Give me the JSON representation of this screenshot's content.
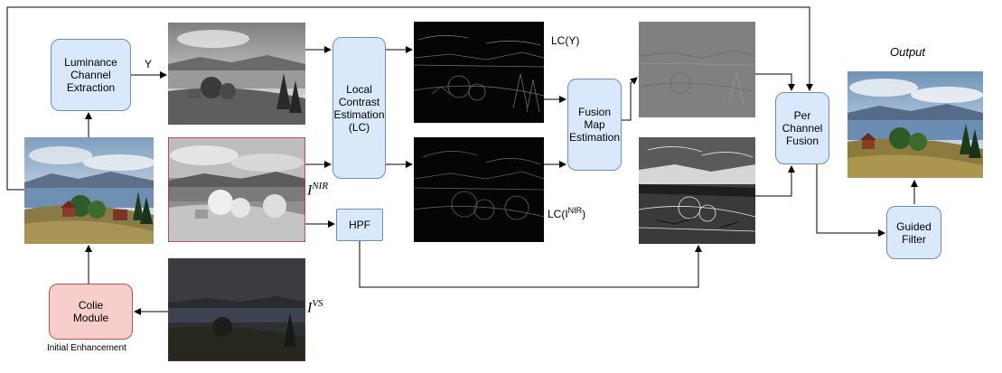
{
  "nodes": {
    "luminance": "Luminance\nChannel\nExtraction",
    "colie": "Colie\nModule",
    "local_contrast": "Local\nContrast\nEstimation\n(LC)",
    "hpf": "HPF",
    "fusion_map": "Fusion\nMap\nEstimation",
    "per_channel": "Per\nChannel\nFusion",
    "guided_filter": "Guided\nFilter"
  },
  "labels": {
    "y": "Y",
    "output": "Output",
    "initial_enhancement": "Initial Enhancement",
    "lc_y": "LC(Y)",
    "lc_nir_base": "LC(I",
    "lc_nir_sup": "NIR",
    "lc_nir_close": ")",
    "i_nir_base": "I",
    "i_nir_sup": "NIR",
    "i_vs_base": "I",
    "i_vs_sup": "VS"
  },
  "colors": {
    "box_fill": "#dae8fc",
    "box_stroke": "#6c8ebf",
    "red_fill": "#f8cecc",
    "red_stroke": "#b85450"
  }
}
